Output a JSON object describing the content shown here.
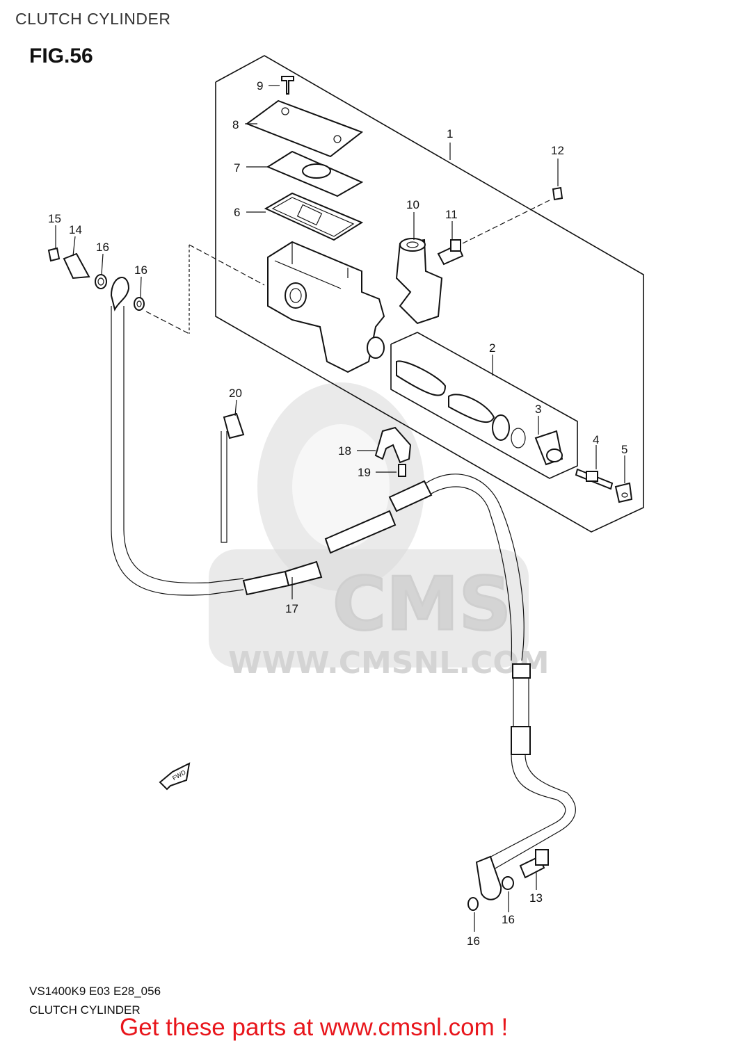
{
  "header": {
    "title": "CLUTCH CYLINDER",
    "figure": "FIG.56"
  },
  "watermark": {
    "logo": "CMS",
    "url": "WWW.CMSNL.COM"
  },
  "fwd_indicator": "FWD",
  "callouts": [
    "1",
    "2",
    "3",
    "4",
    "5",
    "6",
    "7",
    "8",
    "9",
    "10",
    "11",
    "12",
    "13",
    "14",
    "15",
    "16",
    "17",
    "18",
    "19",
    "20"
  ],
  "footer": {
    "model_code": "VS1400K9 E03 E28_056",
    "title": "CLUTCH CYLINDER",
    "promo": "Get these parts at www.cmsnl.com !"
  },
  "colors": {
    "promo": "#e8151b",
    "line": "#111111",
    "watermark": "#d9d9d9"
  }
}
